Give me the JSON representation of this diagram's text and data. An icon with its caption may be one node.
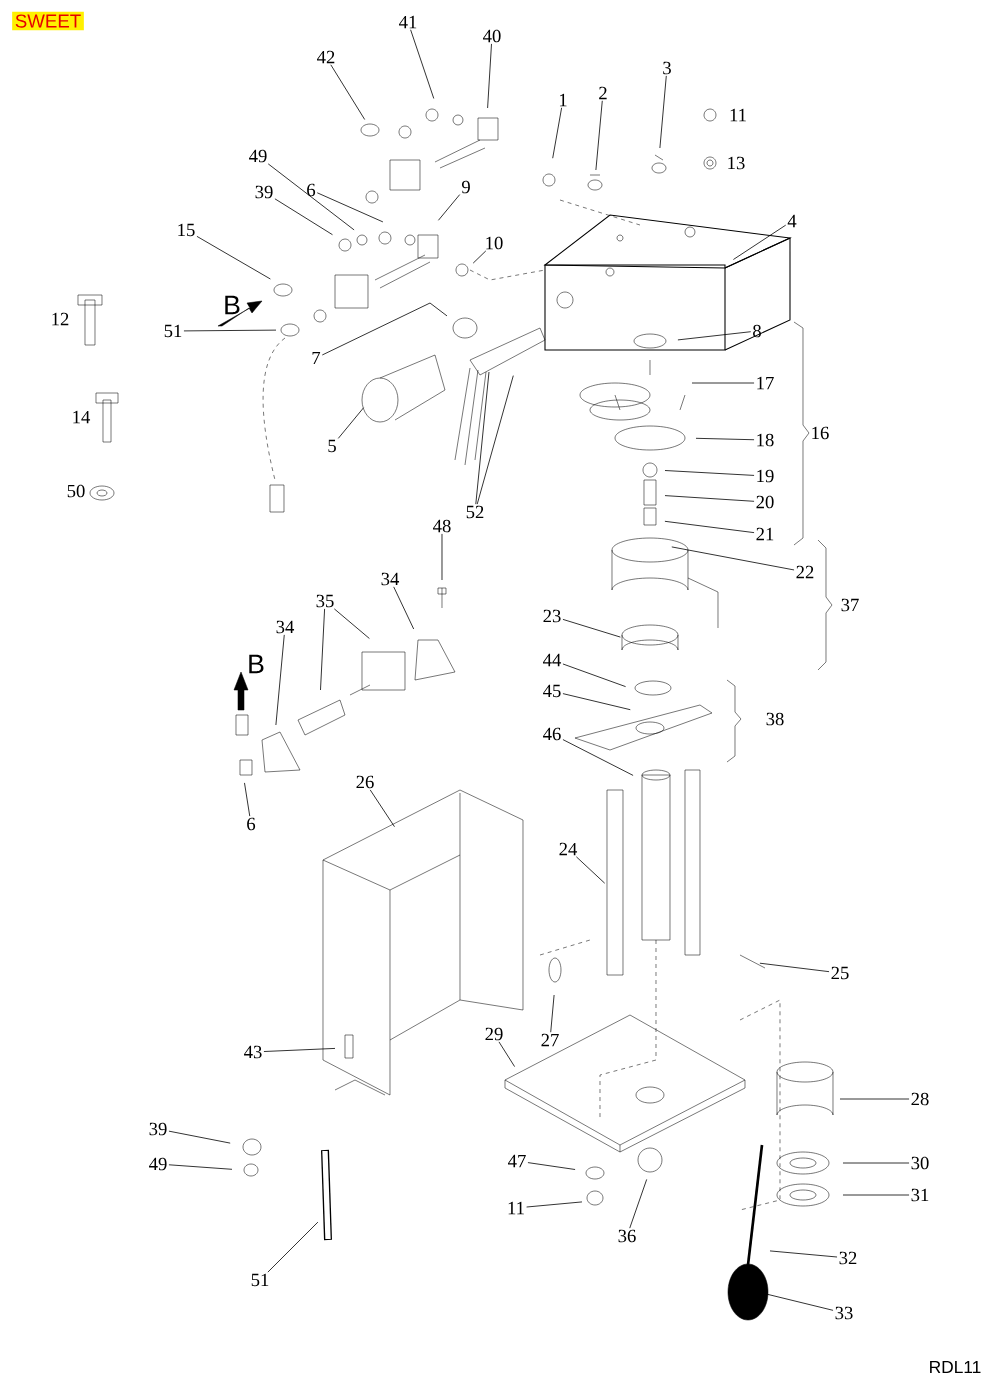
{
  "diagram": {
    "nodes": [
      {
        "text": [
          "41"
        ]
      },
      {
        "text": [
          "40"
        ]
      },
      {
        "text": [
          "42"
        ]
      },
      {
        "text": [
          "1"
        ]
      },
      {
        "text": [
          "2"
        ]
      },
      {
        "text": [
          "3"
        ]
      },
      {
        "text": [
          "49"
        ]
      },
      {
        "text": [
          "6"
        ]
      },
      {
        "text": [
          "9"
        ]
      },
      {
        "text": [
          "39"
        ]
      },
      {
        "text": [
          "4"
        ]
      },
      {
        "text": [
          "15"
        ]
      },
      {
        "text": [
          "10"
        ]
      },
      {
        "text": [
          "51"
        ]
      },
      {
        "text": [
          "8"
        ]
      },
      {
        "text": [
          "7"
        ]
      },
      {
        "text": [
          "17"
        ]
      },
      {
        "text": [
          "5"
        ]
      },
      {
        "text": [
          "18"
        ]
      },
      {
        "text": [
          "19"
        ]
      },
      {
        "text": [
          "20"
        ]
      },
      {
        "text": [
          "52"
        ]
      },
      {
        "text": [
          "21"
        ]
      },
      {
        "text": [
          "22"
        ]
      },
      {
        "text": [
          "48"
        ]
      },
      {
        "text": [
          "34"
        ]
      },
      {
        "text": [
          "35"
        ]
      },
      {
        "text": [
          "34"
        ]
      },
      {
        "text": [
          "23"
        ]
      },
      {
        "text": [
          "44"
        ]
      },
      {
        "text": [
          "45"
        ]
      },
      {
        "text": [
          "46"
        ]
      },
      {
        "text": [
          "6"
        ]
      },
      {
        "text": [
          "26"
        ]
      },
      {
        "text": [
          "24"
        ]
      },
      {
        "text": [
          "25"
        ]
      },
      {
        "text": [
          "27"
        ]
      },
      {
        "text": [
          "29"
        ]
      },
      {
        "text": [
          "43"
        ]
      },
      {
        "text": [
          "28"
        ]
      },
      {
        "text": [
          "39"
        ]
      },
      {
        "text": [
          "30"
        ]
      },
      {
        "text": [
          "49"
        ]
      },
      {
        "text": [
          "47"
        ]
      },
      {
        "text": [
          "31"
        ]
      },
      {
        "text": [
          "11"
        ]
      },
      {
        "text": [
          "36"
        ]
      },
      {
        "text": [
          "51"
        ]
      },
      {
        "text": [
          "32"
        ]
      },
      {
        "text": [
          "33"
        ]
      }
    ],
    "edges": [
      {
        "from": 0,
        "to": null,
        "arrow": "none"
      },
      {
        "from": 1,
        "to": null,
        "arrow": "none"
      },
      {
        "from": 2,
        "to": null,
        "arrow": "none"
      },
      {
        "from": 3,
        "to": null,
        "arrow": "none"
      },
      {
        "from": 4,
        "to": null,
        "arrow": "none"
      },
      {
        "from": 5,
        "to": null,
        "arrow": "none"
      },
      {
        "from": 6,
        "to": null,
        "arrow": "none"
      },
      {
        "from": 7,
        "to": null,
        "arrow": "none"
      },
      {
        "from": 8,
        "to": null,
        "arrow": "none"
      },
      {
        "from": 9,
        "to": null,
        "arrow": "none"
      },
      {
        "from": 10,
        "to": null,
        "arrow": "none"
      },
      {
        "from": 11,
        "to": null,
        "arrow": "none"
      },
      {
        "from": 12,
        "to": null,
        "arrow": "none"
      },
      {
        "from": 13,
        "to": null,
        "arrow": "none"
      },
      {
        "from": 14,
        "to": null,
        "arrow": "none"
      },
      {
        "from": 15,
        "to": null,
        "arrow": "none"
      },
      {
        "from": 16,
        "to": null,
        "arrow": "none"
      },
      {
        "from": 17,
        "to": null,
        "arrow": "none"
      },
      {
        "from": 18,
        "to": null,
        "arrow": "none"
      },
      {
        "from": 19,
        "to": null,
        "arrow": "none"
      },
      {
        "from": 20,
        "to": null,
        "arrow": "none"
      },
      {
        "from": 21,
        "to": null,
        "arrow": "none"
      },
      {
        "from": 21,
        "to": null,
        "arrow": "none"
      },
      {
        "from": 22,
        "to": null,
        "arrow": "none"
      },
      {
        "from": 23,
        "to": null,
        "arrow": "none"
      },
      {
        "from": 24,
        "to": null,
        "arrow": "none"
      },
      {
        "from": 25,
        "to": null,
        "arrow": "none"
      },
      {
        "from": 26,
        "to": null,
        "arrow": "none"
      },
      {
        "from": 26,
        "to": null,
        "arrow": "none"
      },
      {
        "from": 27,
        "to": null,
        "arrow": "none"
      },
      {
        "from": 28,
        "to": null,
        "arrow": "none"
      },
      {
        "from": 29,
        "to": null,
        "arrow": "none"
      },
      {
        "from": 30,
        "to": null,
        "arrow": "none"
      },
      {
        "from": 31,
        "to": null,
        "arrow": "none"
      },
      {
        "from": 32,
        "to": null,
        "arrow": "none"
      },
      {
        "from": 33,
        "to": null,
        "arrow": "none"
      },
      {
        "from": 34,
        "to": null,
        "arrow": "none"
      },
      {
        "from": 35,
        "to": null,
        "arrow": "none"
      },
      {
        "from": 36,
        "to": null,
        "arrow": "none"
      },
      {
        "from": 37,
        "to": null,
        "arrow": "none"
      },
      {
        "from": 38,
        "to": null,
        "arrow": "none"
      },
      {
        "from": 39,
        "to": null,
        "arrow": "none"
      },
      {
        "from": 40,
        "to": null,
        "arrow": "none"
      },
      {
        "from": 41,
        "to": null,
        "arrow": "none"
      },
      {
        "from": 42,
        "to": null,
        "arrow": "none"
      },
      {
        "from": 43,
        "to": null,
        "arrow": "none"
      },
      {
        "from": 44,
        "to": null,
        "arrow": "none"
      },
      {
        "from": 45,
        "to": null,
        "arrow": "none"
      },
      {
        "from": 46,
        "to": null,
        "arrow": "none"
      },
      {
        "from": 47,
        "to": null,
        "arrow": "none"
      },
      {
        "from": 48,
        "to": null,
        "arrow": "none"
      },
      {
        "from": 49,
        "to": null,
        "arrow": "none"
      }
    ],
    "labels": [
      "SWEET",
      "11",
      "13",
      "B",
      "12",
      "14",
      "16",
      "50",
      "37",
      "B",
      "38",
      "RDL11"
    ]
  }
}
